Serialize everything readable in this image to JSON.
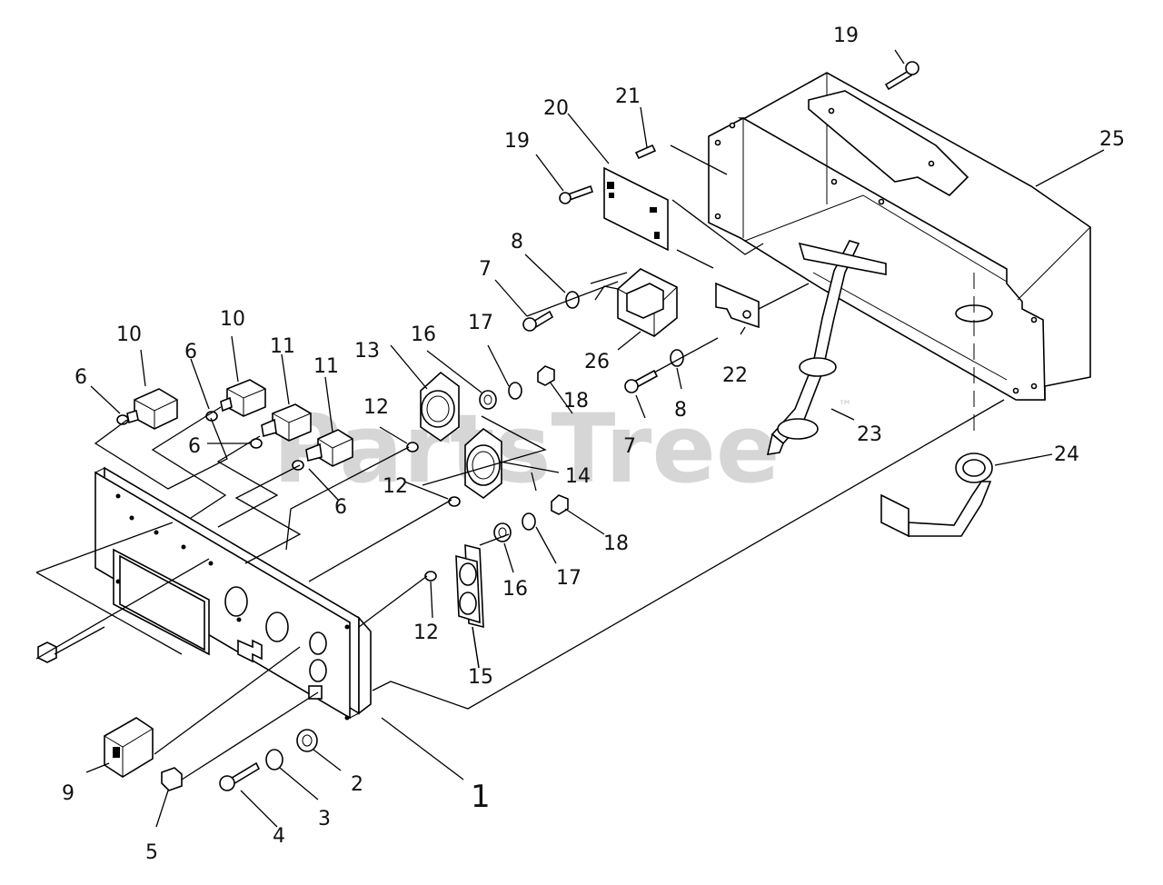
{
  "watermark": {
    "brand": "PartsTree",
    "mark": "™"
  },
  "callouts": [
    {
      "id": "c19a",
      "label": "19"
    },
    {
      "id": "c21",
      "label": "21"
    },
    {
      "id": "c20",
      "label": "20"
    },
    {
      "id": "c19b",
      "label": "19"
    },
    {
      "id": "c25",
      "label": "25"
    },
    {
      "id": "c8a",
      "label": "8"
    },
    {
      "id": "c7a",
      "label": "7"
    },
    {
      "id": "c10a",
      "label": "10"
    },
    {
      "id": "c10b",
      "label": "10"
    },
    {
      "id": "c11a",
      "label": "11"
    },
    {
      "id": "c11b",
      "label": "11"
    },
    {
      "id": "c13",
      "label": "13"
    },
    {
      "id": "c16a",
      "label": "16"
    },
    {
      "id": "c17a",
      "label": "17"
    },
    {
      "id": "c26",
      "label": "26"
    },
    {
      "id": "c22",
      "label": "22"
    },
    {
      "id": "c6a",
      "label": "6"
    },
    {
      "id": "c6b",
      "label": "6"
    },
    {
      "id": "c6c",
      "label": "6"
    },
    {
      "id": "c6d",
      "label": "6"
    },
    {
      "id": "c12a",
      "label": "12"
    },
    {
      "id": "c12b",
      "label": "12"
    },
    {
      "id": "c12c",
      "label": "12"
    },
    {
      "id": "c18a",
      "label": "18"
    },
    {
      "id": "c8b",
      "label": "8"
    },
    {
      "id": "c7b",
      "label": "7"
    },
    {
      "id": "c23",
      "label": "23"
    },
    {
      "id": "c24",
      "label": "24"
    },
    {
      "id": "c14",
      "label": "14"
    },
    {
      "id": "c18b",
      "label": "18"
    },
    {
      "id": "c16b",
      "label": "16"
    },
    {
      "id": "c17b",
      "label": "17"
    },
    {
      "id": "c15",
      "label": "15"
    },
    {
      "id": "c9",
      "label": "9"
    },
    {
      "id": "c2",
      "label": "2"
    },
    {
      "id": "c3",
      "label": "3"
    },
    {
      "id": "c4",
      "label": "4"
    },
    {
      "id": "c5",
      "label": "5"
    },
    {
      "id": "c1",
      "label": "1"
    }
  ]
}
